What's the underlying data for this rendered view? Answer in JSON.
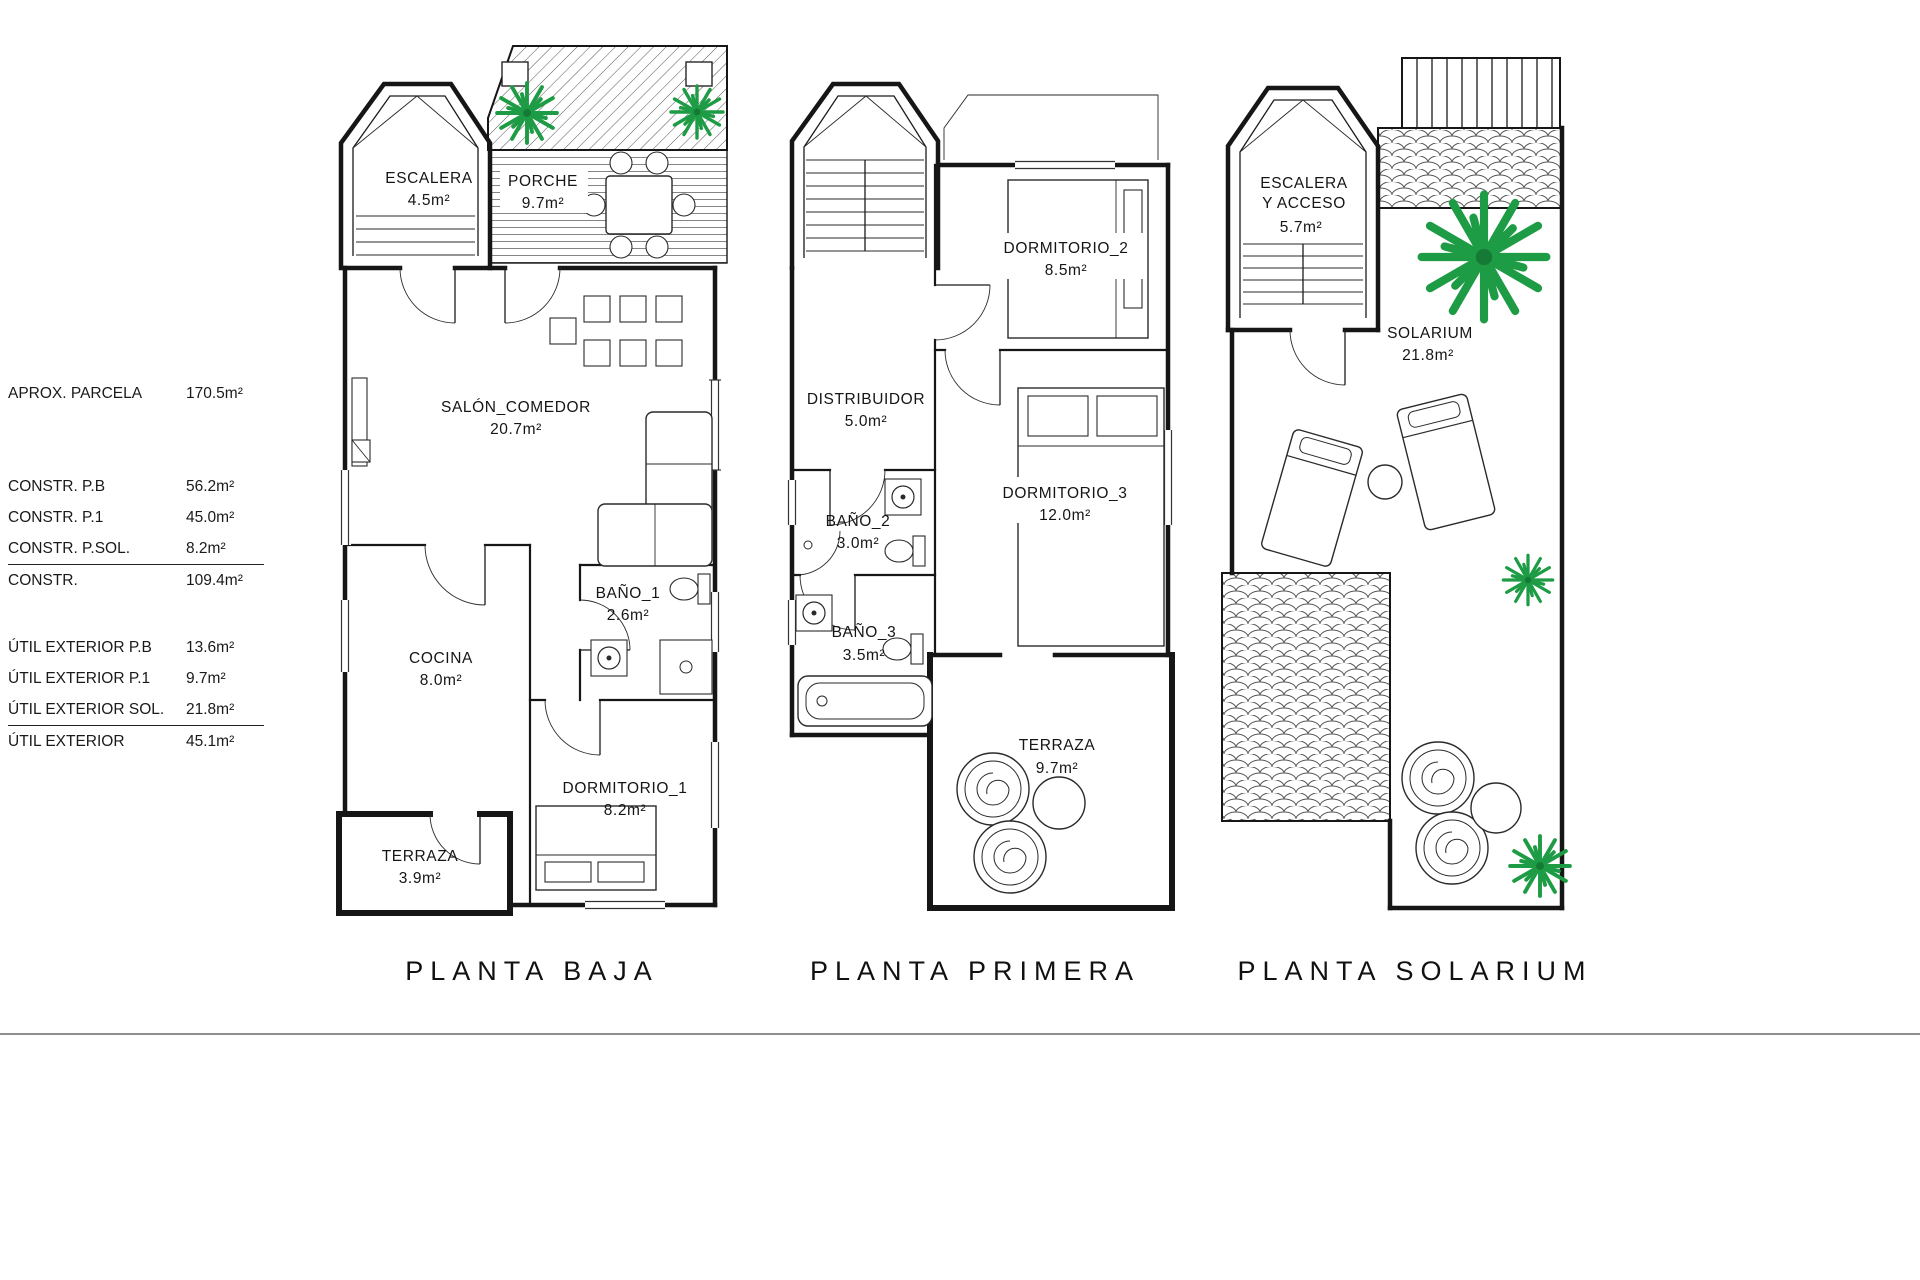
{
  "sheet": {
    "background": "#ffffff",
    "line_color": "#161616",
    "plant_color": "#1e9c45"
  },
  "summary": {
    "parcela": {
      "label": "APROX. PARCELA",
      "value": "170.5m²"
    },
    "constr": [
      {
        "label": "CONSTR. P.B",
        "value": "56.2m²"
      },
      {
        "label": "CONSTR. P.1",
        "value": "45.0m²"
      },
      {
        "label": "CONSTR. P.SOL.",
        "value": "8.2m²"
      }
    ],
    "constr_total": {
      "label": "CONSTR.",
      "value": "109.4m²"
    },
    "util": [
      {
        "label": "ÚTIL EXTERIOR P.B",
        "value": "13.6m²"
      },
      {
        "label": "ÚTIL EXTERIOR P.1",
        "value": "9.7m²"
      },
      {
        "label": "ÚTIL EXTERIOR SOL.",
        "value": "21.8m²"
      }
    ],
    "util_total": {
      "label": "ÚTIL EXTERIOR",
      "value": "45.1m²"
    }
  },
  "plans": {
    "baja": {
      "title": "PLANTA BAJA",
      "rooms": {
        "escalera": {
          "name": "ESCALERA",
          "area": "4.5m²"
        },
        "porche": {
          "name": "PORCHE",
          "area": "9.7m²"
        },
        "salon": {
          "name": "SALÓN_COMEDOR",
          "area": "20.7m²"
        },
        "bano1": {
          "name": "BAÑO_1",
          "area": "2.6m²"
        },
        "cocina": {
          "name": "COCINA",
          "area": "8.0m²"
        },
        "dormitorio1": {
          "name": "DORMITORIO_1",
          "area": "8.2m²"
        },
        "terraza": {
          "name": "TERRAZA",
          "area": "3.9m²"
        }
      }
    },
    "primera": {
      "title": "PLANTA PRIMERA",
      "rooms": {
        "dormitorio2": {
          "name": "DORMITORIO_2",
          "area": "8.5m²"
        },
        "distribuidor": {
          "name": "DISTRIBUIDOR",
          "area": "5.0m²"
        },
        "bano2": {
          "name": "BAÑO_2",
          "area": "3.0m²"
        },
        "dormitorio3": {
          "name": "DORMITORIO_3",
          "area": "12.0m²"
        },
        "bano3": {
          "name": "BAÑO_3",
          "area": "3.5m²"
        },
        "terraza": {
          "name": "TERRAZA",
          "area": "9.7m²"
        }
      }
    },
    "solarium": {
      "title": "PLANTA SOLARIUM",
      "rooms": {
        "escalera": {
          "line1": "ESCALERA",
          "line2": "Y ACCESO",
          "area": "5.7m²"
        },
        "solarium": {
          "name": "SOLARIUM",
          "area": "21.8m²"
        }
      }
    }
  }
}
